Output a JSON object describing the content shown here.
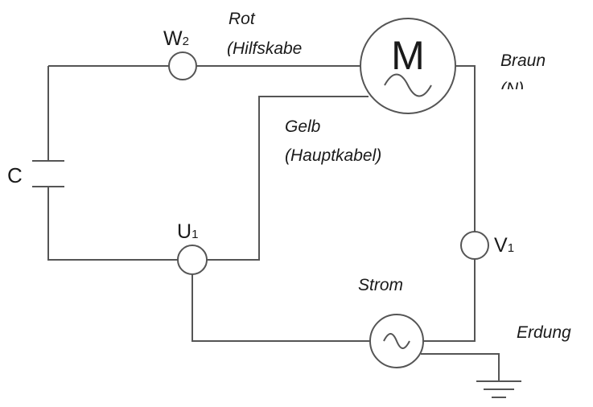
{
  "labels": {
    "motor": "M",
    "capacitor": "C",
    "w_terminal": "W",
    "w_sub": "2",
    "u_terminal": "U",
    "u_sub": "1",
    "v_terminal": "V",
    "v_sub": "1",
    "red_wire": "Rot",
    "red_wire_desc": "(Hilfskabe",
    "yellow_wire": "Gelb",
    "yellow_wire_desc": "(Hauptkabel)",
    "brown_wire": "Braun",
    "brown_wire_desc": "(N)",
    "power": "Strom",
    "ground": "Erdung"
  },
  "colors": {
    "wire": "#555555",
    "text": "#1a1a1a",
    "background": "#ffffff"
  }
}
